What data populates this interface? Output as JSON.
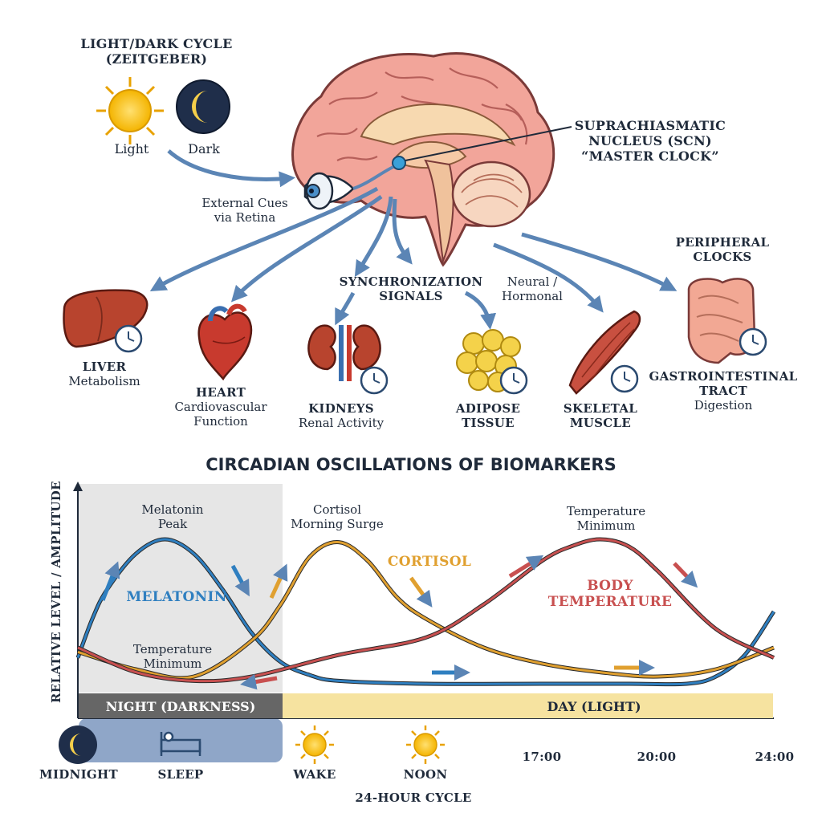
{
  "zeitgeber": {
    "title_line1": "LIGHT/DARK CYCLE",
    "title_line2": "(ZEITGEBER)",
    "light": "Light",
    "dark": "Dark",
    "cues_line1": "External Cues",
    "cues_line2": "via Retina"
  },
  "scn": {
    "line1": "SUPRACHIASMATIC",
    "line2": "NUCLEUS (SCN)",
    "line3": "“MASTER CLOCK”"
  },
  "signals": {
    "sync_line1": "SYNCHRONIZATION",
    "sync_line2": "SIGNALS",
    "neural_line1": "Neural /",
    "neural_line2": "Hormonal",
    "peripheral_line1": "PERIPHERAL",
    "peripheral_line2": "CLOCKS"
  },
  "organs": [
    {
      "name": "LIVER",
      "function": "Metabolism"
    },
    {
      "name": "HEART",
      "function": "Cardiovascular",
      "function2": "Function"
    },
    {
      "name": "KIDNEYS",
      "function": "Renal Activity"
    },
    {
      "name": "ADIPOSE",
      "function": "TISSUE"
    },
    {
      "name": "SKELETAL",
      "function": "MUSCLE"
    },
    {
      "name": "GASTROINTESTINAL",
      "function": "TRACT",
      "function2": "Digestion"
    }
  ],
  "chart_title": "CIRCADIAN OSCILLATIONS OF BIOMARKERS",
  "chart_data": {
    "type": "line",
    "title": "CIRCADIAN OSCILLATIONS OF BIOMARKERS",
    "ylabel": "RELATIVE LEVEL / AMPLITUDE",
    "xlabel": "24-HOUR CYCLE",
    "x_ticks": [
      "MIDNIGHT",
      "SLEEP",
      "WAKE",
      "NOON",
      "17:00",
      "20:00",
      "24:00"
    ],
    "bands": {
      "night": "NIGHT (DARKNESS)",
      "day": "DAY (LIGHT)"
    },
    "series": [
      {
        "name": "MELATONIN",
        "color": "#2f7fc0",
        "x": [
          0,
          0.5,
          1,
          2,
          3,
          4,
          5,
          6,
          7,
          8,
          9,
          12,
          16,
          19,
          21,
          22,
          23,
          24
        ],
        "y": [
          0.18,
          0.45,
          0.65,
          0.9,
          1.0,
          0.9,
          0.65,
          0.35,
          0.15,
          0.06,
          0.02,
          0.0,
          0.0,
          0.0,
          0.0,
          0.05,
          0.2,
          0.5
        ]
      },
      {
        "name": "CORTISOL",
        "color": "#e0a030",
        "x": [
          0,
          2,
          4,
          6,
          7,
          8,
          9,
          10,
          11,
          12,
          14,
          16,
          18,
          20,
          22,
          24
        ],
        "y": [
          0.22,
          0.1,
          0.05,
          0.3,
          0.55,
          0.88,
          0.98,
          0.85,
          0.6,
          0.45,
          0.25,
          0.14,
          0.08,
          0.05,
          0.1,
          0.25
        ]
      },
      {
        "name": "BODY TEMPERATURE",
        "color": "#c85050",
        "x": [
          0,
          2,
          4,
          6,
          9,
          12,
          14,
          16,
          17,
          18,
          19,
          20,
          22,
          24
        ],
        "y": [
          0.25,
          0.08,
          0.02,
          0.05,
          0.2,
          0.32,
          0.55,
          0.85,
          0.95,
          1.0,
          0.95,
          0.78,
          0.38,
          0.18
        ]
      }
    ],
    "annotations": [
      "Melatonin Peak",
      "Cortisol Morning Surge",
      "Temperature Minimum",
      "Temperature Minimum"
    ]
  },
  "chart_labels": {
    "melatonin_peak_1": "Melatonin",
    "melatonin_peak_2": "Peak",
    "cortisol_surge_1": "Cortisol",
    "cortisol_surge_2": "Morning Surge",
    "temp_min_top_1": "Temperature",
    "temp_min_top_2": "Minimum",
    "temp_min_bot_1": "Temperature",
    "temp_min_bot_2": "Minimum",
    "melatonin": "MELATONIN",
    "cortisol": "CORTISOL",
    "body_temp_1": "BODY",
    "body_temp_2": "TEMPERATURE"
  },
  "colors": {
    "melatonin": "#2f7fc0",
    "cortisol": "#e0a030",
    "temperature": "#c85050",
    "night_band": "#666666",
    "day_band": "#f6e3a0",
    "arrow": "#5b85b5"
  }
}
